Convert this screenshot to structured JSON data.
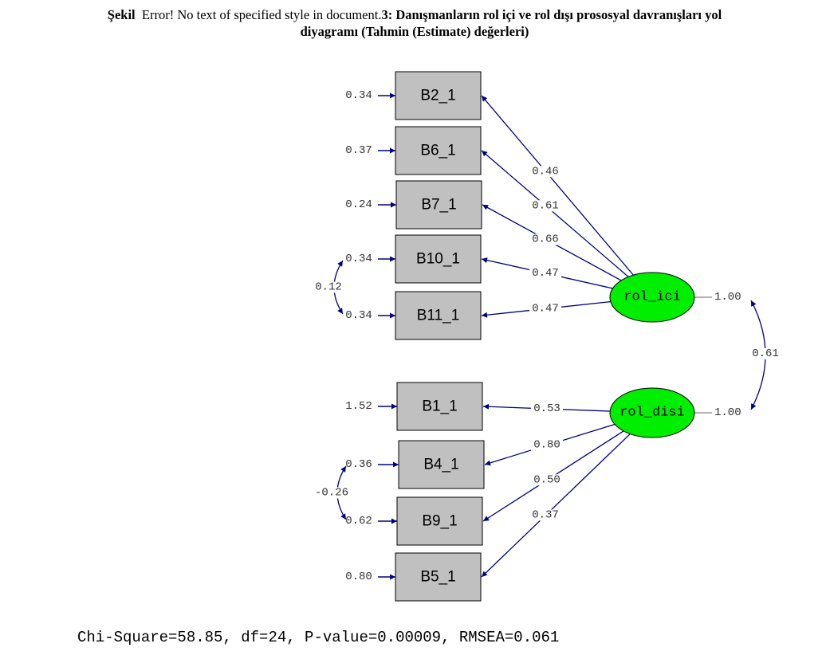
{
  "caption": {
    "prefix": "Şekil",
    "error_text": "Error! No text of specified style in document.",
    "number": "3:",
    "title_line1": "Danışmanların rol içi ve rol dışı prososyal davranışları yol",
    "title_line2": "diyagramı (Tahmin (Estimate) değerleri)"
  },
  "latents": [
    {
      "id": "rol_ici",
      "label": "rol_ici",
      "variance": "1.00"
    },
    {
      "id": "rol_disi",
      "label": "rol_disi",
      "variance": "1.00"
    }
  ],
  "latent_covariance": "0.61",
  "observed": [
    {
      "id": "B2_1",
      "label": "B2_1",
      "error": "0.34",
      "loading": "0.46",
      "factor": "rol_ici"
    },
    {
      "id": "B6_1",
      "label": "B6_1",
      "error": "0.37",
      "loading": "0.61",
      "factor": "rol_ici"
    },
    {
      "id": "B7_1",
      "label": "B7_1",
      "error": "0.24",
      "loading": "0.66",
      "factor": "rol_ici"
    },
    {
      "id": "B10_1",
      "label": "B10_1",
      "error": "0.34",
      "loading": "0.47",
      "factor": "rol_ici"
    },
    {
      "id": "B11_1",
      "label": "B11_1",
      "error": "0.34",
      "loading": "0.47",
      "factor": "rol_ici"
    },
    {
      "id": "B1_1",
      "label": "B1_1",
      "error": "1.52",
      "loading": "0.53",
      "factor": "rol_disi"
    },
    {
      "id": "B4_1",
      "label": "B4_1",
      "error": "0.36",
      "loading": "0.80",
      "factor": "rol_disi"
    },
    {
      "id": "B9_1",
      "label": "B9_1",
      "error": "0.62",
      "loading": "0.50",
      "factor": "rol_disi"
    },
    {
      "id": "B5_1",
      "label": "B5_1",
      "error": "0.80",
      "loading": "0.37",
      "factor": "rol_disi"
    }
  ],
  "error_covariances": [
    {
      "between": [
        "B10_1",
        "B11_1"
      ],
      "value": "0.12"
    },
    {
      "between": [
        "B4_1",
        "B9_1"
      ],
      "value": "-0.26"
    }
  ],
  "fit_stats": "Chi-Square=58.85, df=24, P-value=0.00009, RMSEA=0.061",
  "colors": {
    "box_fill": "#c0c0c0",
    "latent_fill": "#00ee00",
    "arrow": "#000080",
    "text": "#000000"
  }
}
